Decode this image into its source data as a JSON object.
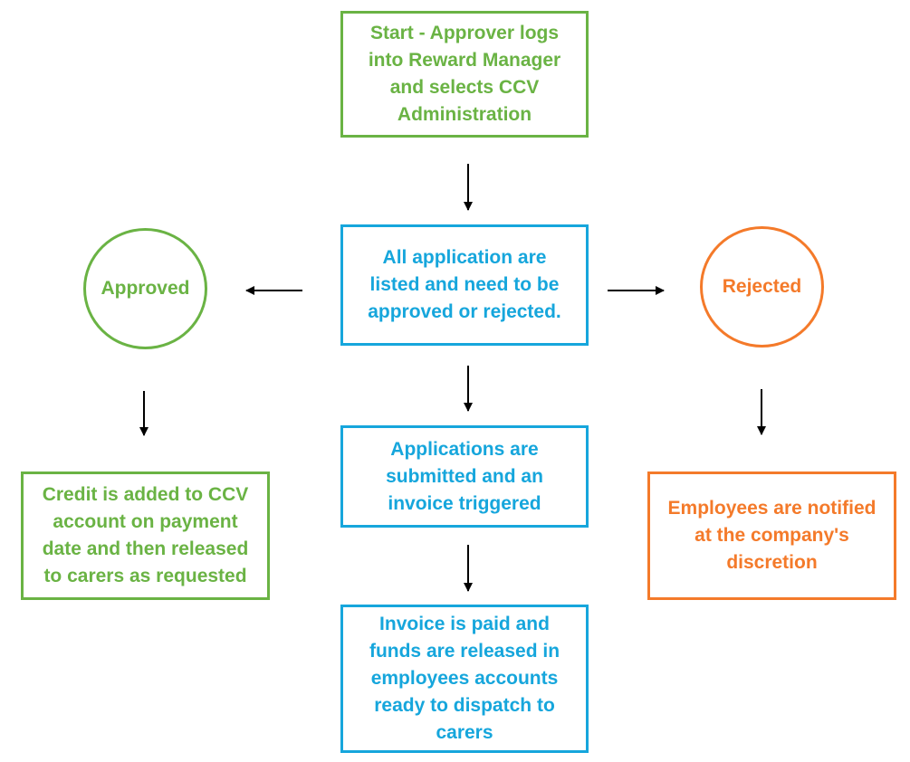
{
  "colors": {
    "green": "#6ab344",
    "blue": "#16a6dc",
    "orange": "#f47a2a",
    "arrow": "#000000"
  },
  "nodes": {
    "start": "Start - Approver logs\ninto Reward Manager\nand selects CCV\nAdministration",
    "listed": "All application are\nlisted and need to be\napproved or rejected.",
    "approved": "Approved",
    "rejected": "Rejected",
    "credit": "Credit is added to CCV\naccount on payment\ndate and then released\nto carers as requested",
    "submitted": "Applications are\nsubmitted and an\ninvoice triggered",
    "notified": "Employees are notified\nat the company's\ndiscretion",
    "paid": "Invoice is paid and\nfunds are released in\nemployees accounts\nready to dispatch to\ncarers"
  }
}
